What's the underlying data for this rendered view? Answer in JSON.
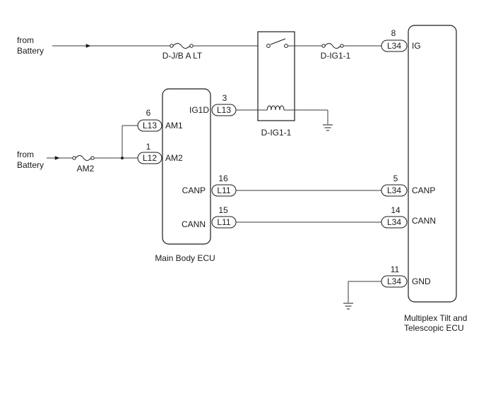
{
  "sources": {
    "battery_top": [
      "from",
      "Battery"
    ],
    "battery_mid": [
      "from",
      "Battery"
    ]
  },
  "fuses": {
    "djb_alt": "D-J/B A LT",
    "am2": "AM2",
    "dig1_fuse": "D-IG1-1"
  },
  "relay": {
    "label": "D-IG1-1"
  },
  "main_ecu": {
    "name": "Main Body ECU",
    "pins": [
      {
        "num": "3",
        "conn": "L13",
        "name": "IG1D"
      },
      {
        "num": "6",
        "conn": "L13",
        "name": "AM1"
      },
      {
        "num": "1",
        "conn": "L12",
        "name": "AM2"
      },
      {
        "num": "16",
        "conn": "L11",
        "name": "CANP"
      },
      {
        "num": "15",
        "conn": "L11",
        "name": "CANN"
      }
    ]
  },
  "tilt_ecu": {
    "name": [
      "Multiplex Tilt and",
      "Telescopic ECU"
    ],
    "pins": [
      {
        "num": "8",
        "conn": "L34",
        "name": "IG"
      },
      {
        "num": "5",
        "conn": "L34",
        "name": "CANP"
      },
      {
        "num": "14",
        "conn": "L34",
        "name": "CANN"
      },
      {
        "num": "11",
        "conn": "L34",
        "name": "GND"
      }
    ]
  }
}
